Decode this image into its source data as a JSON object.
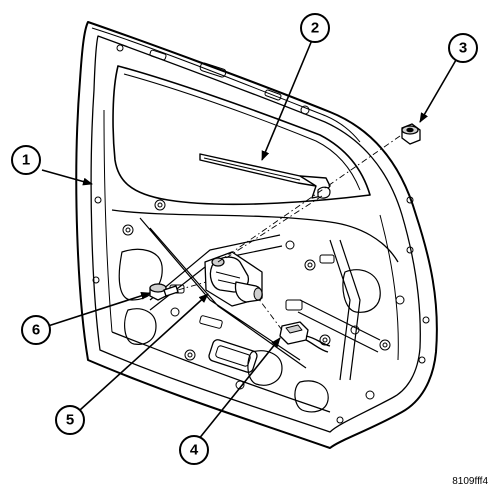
{
  "figure": {
    "id_code": "8109fff4",
    "subject": "liftgate inner panel with rear wiper arm, wiper motor and mounting hardware (exploded view)"
  },
  "callouts": [
    {
      "number": "1",
      "part": "liftgate"
    },
    {
      "number": "2",
      "part": "wiper-blade"
    },
    {
      "number": "3",
      "part": "nut"
    },
    {
      "number": "4",
      "part": "wiring-connector"
    },
    {
      "number": "5",
      "part": "wiper-motor"
    },
    {
      "number": "6",
      "part": "bolt"
    }
  ],
  "colors": {
    "line": "#000000",
    "background": "#ffffff",
    "shading": "#cfcfcf"
  }
}
